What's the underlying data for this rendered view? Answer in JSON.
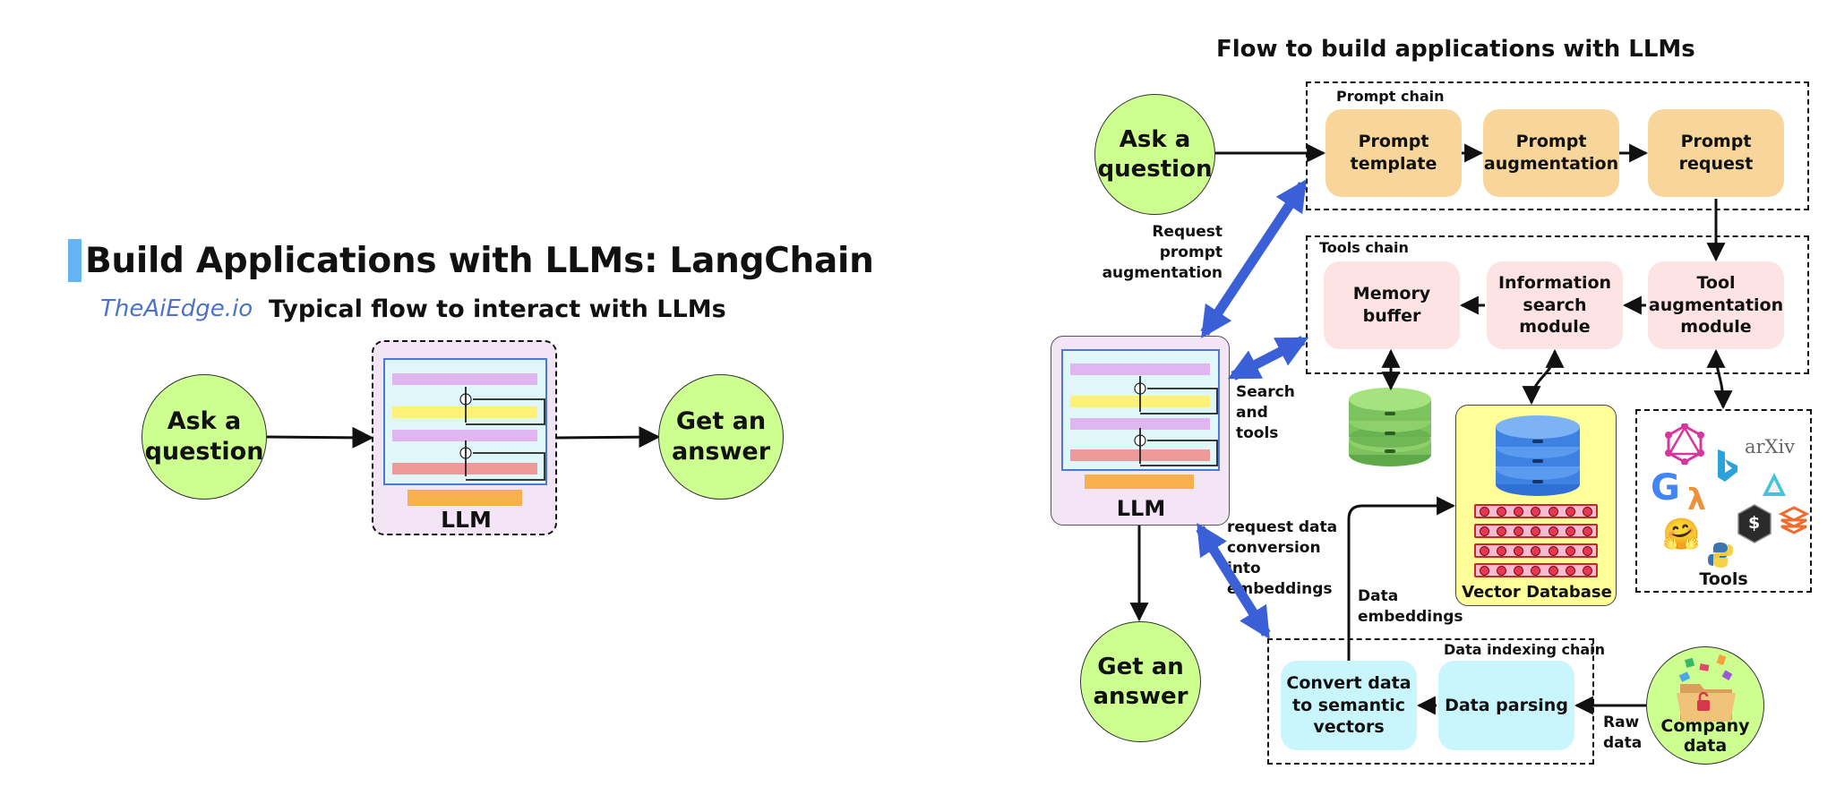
{
  "left": {
    "title": "Build Applications with LLMs: LangChain",
    "brand": "TheAiEdge.io",
    "subtitle": "Typical flow to interact with LLMs",
    "ask": "Ask a question",
    "llm": "LLM",
    "answer": "Get an answer"
  },
  "right": {
    "title": "Flow to build applications with LLMs",
    "ask": "Ask a question",
    "answer": "Get an answer",
    "llm": "LLM",
    "prompt_chain": {
      "label": "Prompt chain",
      "items": [
        "Prompt template",
        "Prompt augmentation",
        "Prompt request"
      ]
    },
    "tools_chain": {
      "label": "Tools chain",
      "items": [
        "Memory buffer",
        "Information search module",
        "Tool augmentation module"
      ]
    },
    "indexing_chain": {
      "label": "Data indexing chain",
      "items": [
        "Convert data to semantic vectors",
        "Data parsing"
      ]
    },
    "vector_db": "Vector Database",
    "tools": "Tools",
    "company_data": "Company data",
    "labels": {
      "request_prompt": "Request prompt augmentation",
      "search_tools": "Search and tools",
      "request_data": "request data conversion into embeddings",
      "data_embeddings": "Data embeddings",
      "raw_data": "Raw data"
    },
    "tool_logos": {
      "arxiv": "arXiv",
      "google": "G",
      "lambda": "λ",
      "terminal": "$"
    }
  },
  "colors": {
    "circle_green": "#ccff90",
    "orange_box": "#f8d59b",
    "pink_box": "#fde3e4",
    "cyan_box": "#c9f5fd",
    "llm_purple": "#f3e5f5",
    "vector_db_yellow": "#ffff99",
    "blue_arrow": "#3b5fd6",
    "title_accent": "#64b5f6",
    "brand_blue": "#4d72c9"
  }
}
